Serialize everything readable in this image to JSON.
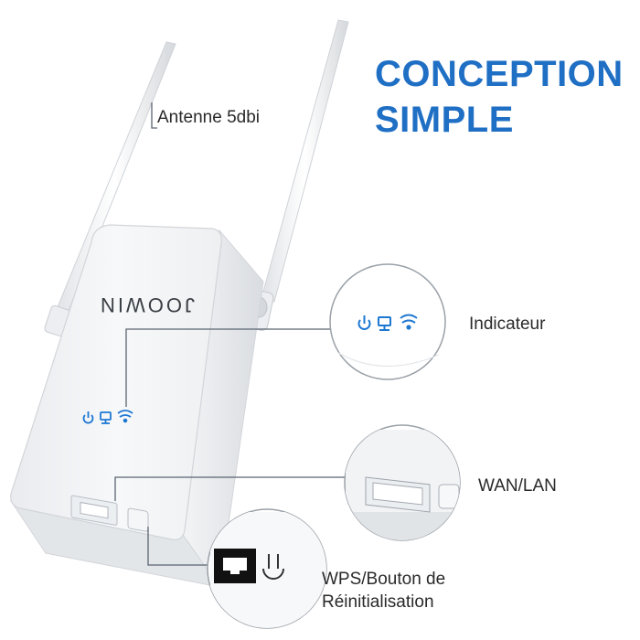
{
  "headline": {
    "line1": "CONCEPTION",
    "line2": "SIMPLE"
  },
  "brand": "JOOWIN",
  "callouts": {
    "antenna": "Antenne 5dbi",
    "indicator": "Indicateur",
    "wanlan": "WAN/LAN",
    "wps_line1": "WPS/Bouton de",
    "wps_line2": "Réinitialisation"
  },
  "icons": [
    "power-icon",
    "lan-monitor-icon",
    "wifi-icon"
  ],
  "colors": {
    "accent": "#1f6fc4",
    "led_blue": "#1e78d2",
    "device": "#f4f5f7",
    "leader_line": "#5a6470"
  }
}
